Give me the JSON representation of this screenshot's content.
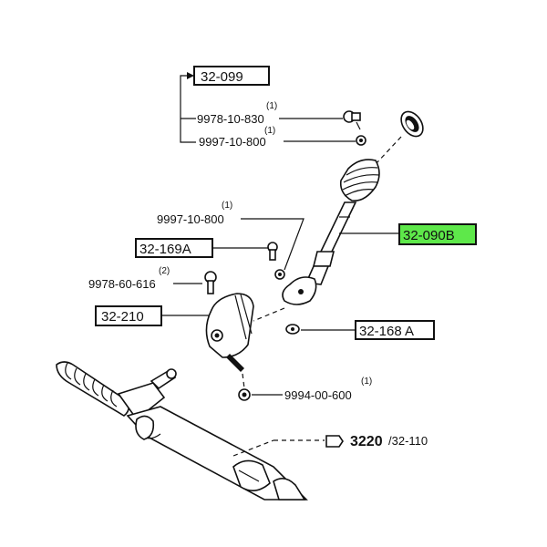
{
  "labels": {
    "ref_32_099": "32-099",
    "pn_9978_10_830": "9978-10-830",
    "qty_9978_10_830": "(1)",
    "pn_9997_10_800_top": "9997-10-800",
    "qty_9997_10_800_top": "(1)",
    "pn_9997_10_800_mid": "9997-10-800",
    "qty_9997_10_800_mid": "(1)",
    "ref_32_169A": "32-169A",
    "pn_9978_60_616": "9978-60-616",
    "qty_9978_60_616": "(2)",
    "ref_32_210": "32-210",
    "ref_32_168A": "32-168 A",
    "ref_32_090B": "32-090B",
    "pn_9994_00_600": "9994-00-600",
    "qty_9994_00_600": "(1)",
    "ref_3220": "3220",
    "ref_32_110": "/32-110"
  },
  "colors": {
    "highlight": "#5ee84a",
    "ink": "#111111"
  }
}
